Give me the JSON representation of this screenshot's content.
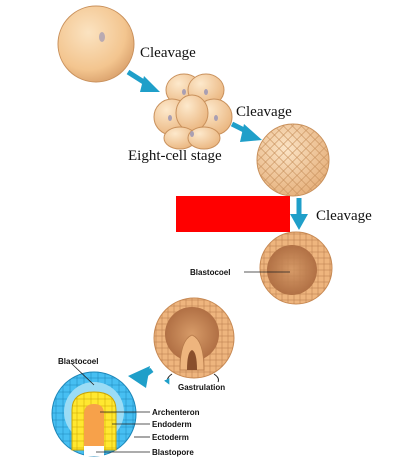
{
  "labels": {
    "cleavage_1": "Cleavage",
    "cleavage_2": "Cleavage",
    "cleavage_3": "Cleavage",
    "eight_cell_stage": "Eight-cell stage",
    "blastocoel_blastula": "Blastocoel",
    "gastrulation": "Gastrulation",
    "blastocoel_gastrula": "Blastocoel",
    "archenteron": "Archenteron",
    "endoderm": "Endoderm",
    "ectoderm": "Ectoderm",
    "blastopore": "Blastopore"
  },
  "colors": {
    "arrow": "#1f9fc9",
    "redaction": "#ff0000",
    "cell_fill": "#f4c894",
    "cell_line": "#c99a68",
    "ectoderm_blue": "#47bff2",
    "endoderm_yellow": "#ffe830"
  }
}
